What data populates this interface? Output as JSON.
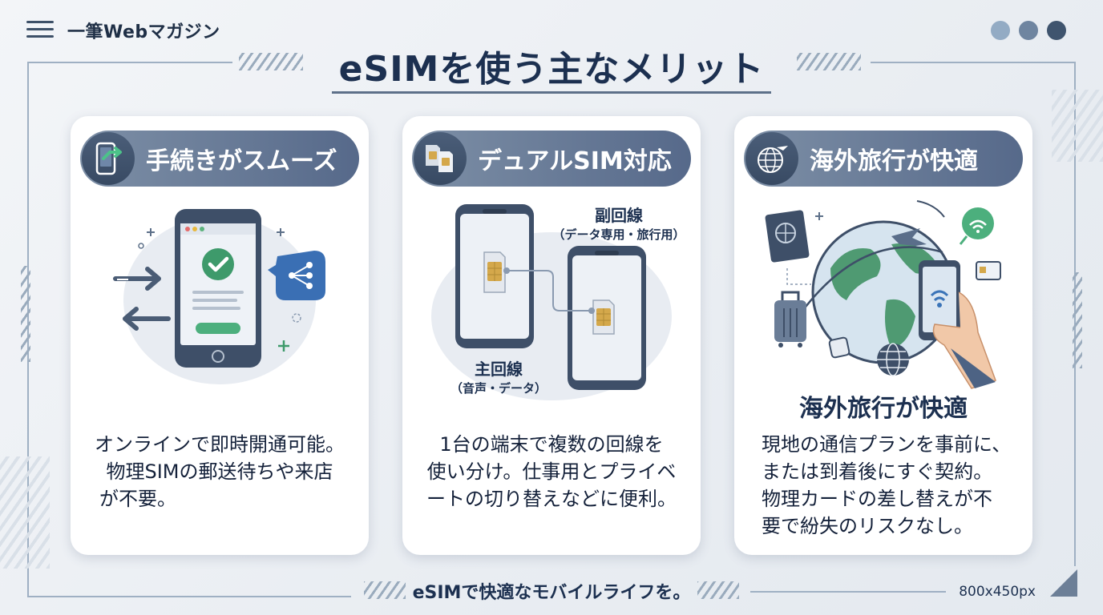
{
  "header": {
    "brand": "一筆Webマガジン",
    "dot_colors": [
      "#93abc4",
      "#6f85a0",
      "#3f546e"
    ]
  },
  "title": "eSIMを使う主なメリット",
  "cards": [
    {
      "heading": "手続きがスムーズ",
      "icon": "phone-check-icon",
      "lines": [
        "オンラインで即時開通可能。",
        "物理SIMの郵送待ちや来店",
        "が不要。"
      ]
    },
    {
      "heading": "デュアルSIM対応",
      "icon": "dual-sim-icon",
      "labels": {
        "secondary": "副回線",
        "secondary_note": "（データ専用・旅行用）",
        "primary": "主回線",
        "primary_note": "（音声・データ）"
      },
      "lines": [
        "1台の端末で複数の回線を",
        "使い分け。仕事用とプライベ",
        "ートの切り替えなどに便利。"
      ]
    },
    {
      "heading": "海外旅行が快適",
      "icon": "globe-plane-icon",
      "sub_heading": "海外旅行が快適",
      "lines": [
        "現地の通信プランを事前に、",
        "または到着後にすぐ契約。",
        "物理カードの差し替えが不",
        "要で紛失のリスクなし。"
      ]
    }
  ],
  "footer": {
    "tagline": "eSIMで快適なモバイルライフを。",
    "size": "800x450px"
  },
  "colors": {
    "navy": "#1c3050",
    "pill_start": "#7d8fa6",
    "pill_end": "#56698a",
    "accent_green": "#3e9a6b",
    "accent_blue": "#3b74b8"
  }
}
